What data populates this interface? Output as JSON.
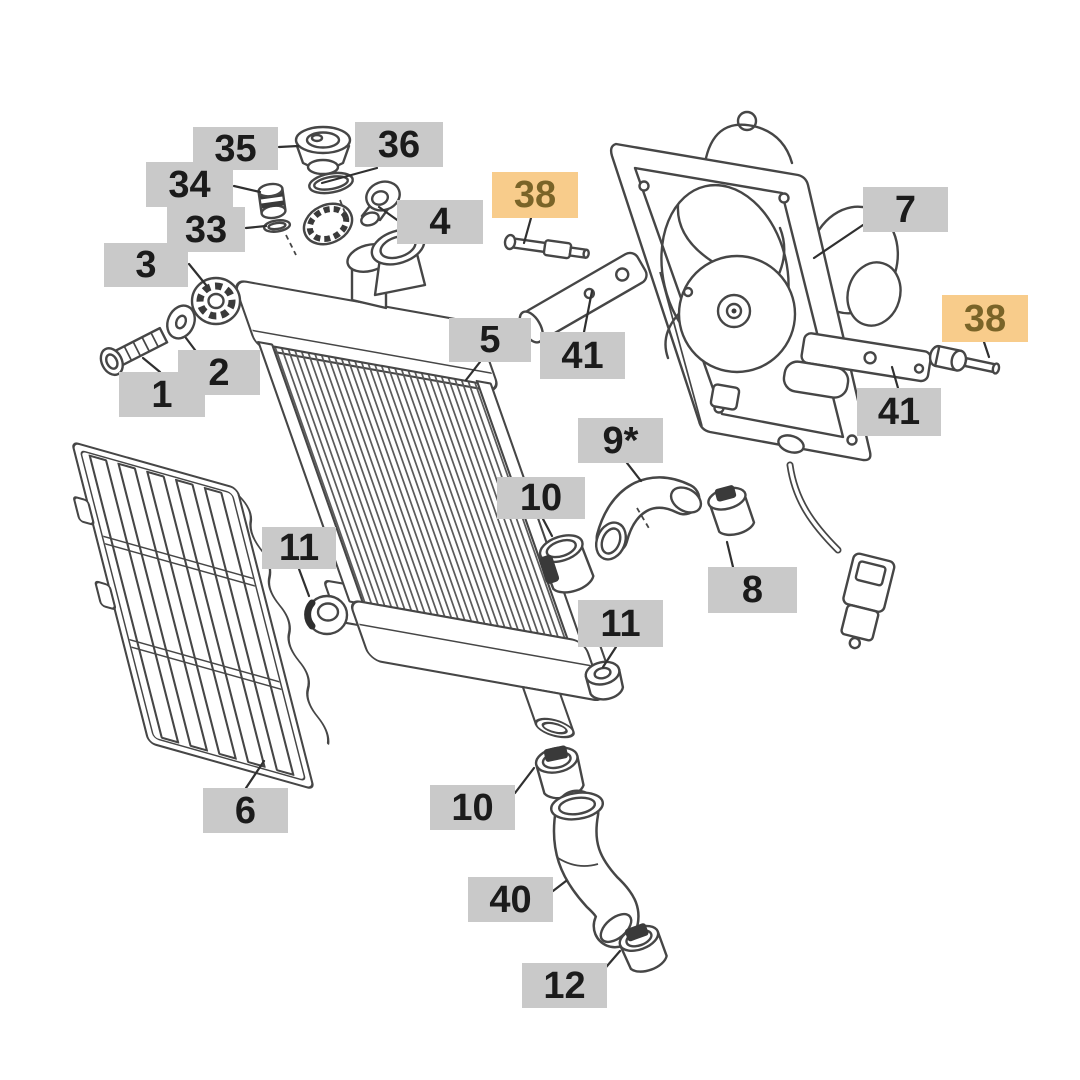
{
  "colors": {
    "label_bg": "#c9c9c9",
    "label_text": "#1b1b1b",
    "highlight_bg": "#f8cc8b",
    "highlight_text": "#7a6428",
    "line": "#464646",
    "background": "#ffffff"
  },
  "labels": [
    {
      "text": "35",
      "part": "radiator-cap",
      "highlighted": false
    },
    {
      "text": "36",
      "part": "o-ring",
      "highlighted": false
    },
    {
      "text": "34",
      "part": "fitting",
      "highlighted": false
    },
    {
      "text": "33",
      "part": "washer",
      "highlighted": false
    },
    {
      "text": "4",
      "part": "bleed-screw",
      "highlighted": false
    },
    {
      "text": "3",
      "part": "grommet",
      "highlighted": false
    },
    {
      "text": "2",
      "part": "washer",
      "highlighted": false
    },
    {
      "text": "1",
      "part": "bolt",
      "highlighted": false
    },
    {
      "text": "5",
      "part": "radiator",
      "highlighted": false
    },
    {
      "text": "38",
      "part": "screw",
      "highlighted": true
    },
    {
      "text": "41",
      "part": "strap",
      "highlighted": false
    },
    {
      "text": "7",
      "part": "fan-assembly",
      "highlighted": false
    },
    {
      "text": "38",
      "part": "screw",
      "highlighted": true
    },
    {
      "text": "41",
      "part": "bracket",
      "highlighted": false
    },
    {
      "text": "9*",
      "part": "elbow-hose",
      "highlighted": false
    },
    {
      "text": "10",
      "part": "clamp",
      "highlighted": false
    },
    {
      "text": "8",
      "part": "clamp",
      "highlighted": false
    },
    {
      "text": "11",
      "part": "nut",
      "highlighted": false
    },
    {
      "text": "11",
      "part": "grommet",
      "highlighted": false
    },
    {
      "text": "6",
      "part": "grille",
      "highlighted": false
    },
    {
      "text": "10",
      "part": "clamp",
      "highlighted": false
    },
    {
      "text": "40",
      "part": "hose",
      "highlighted": false
    },
    {
      "text": "12",
      "part": "clamp",
      "highlighted": false
    }
  ]
}
